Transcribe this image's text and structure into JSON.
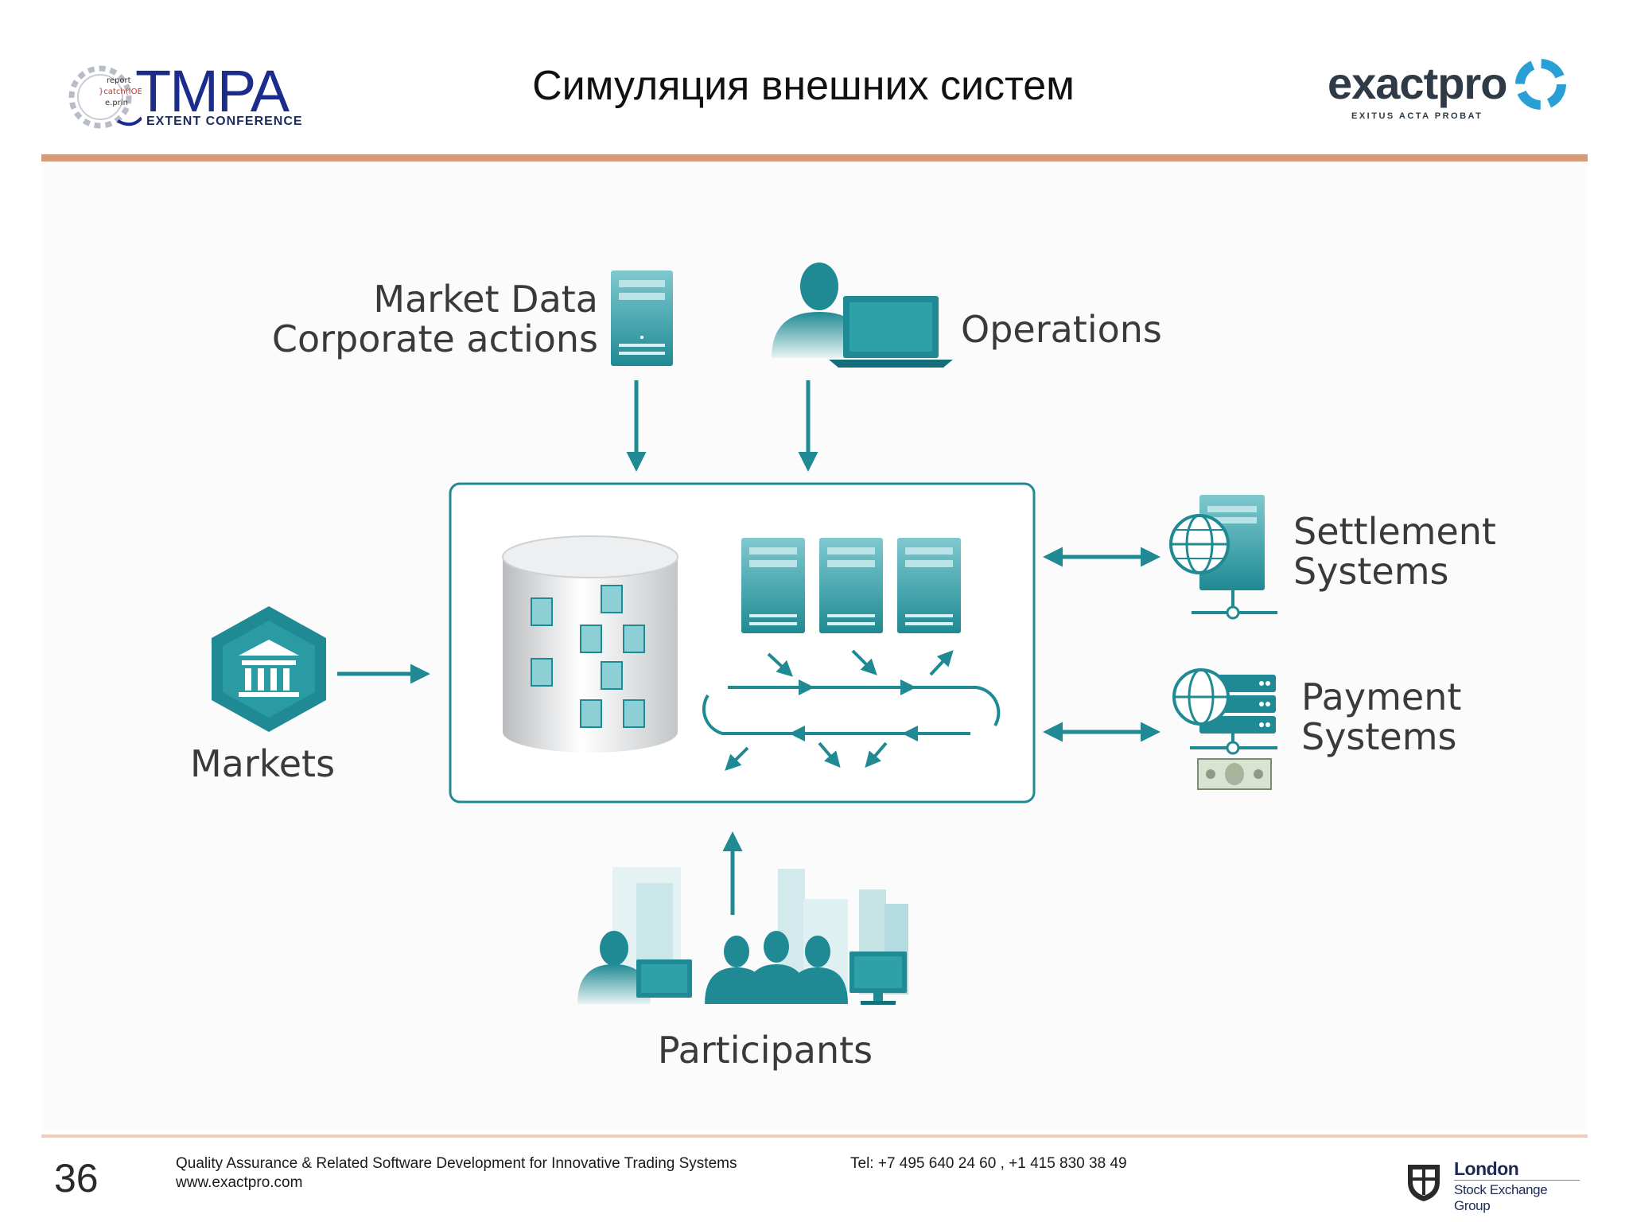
{
  "header": {
    "title": "Симуляция внешних систем",
    "tmpa_logo": {
      "word": "TMPA",
      "subtitle": "EXTENT CONFERENCE",
      "gear_text": [
        "report",
        "}catch(IOE",
        "e.prin"
      ]
    },
    "exactpro_logo": {
      "word": "exactpro",
      "tagline": "EXITUS ACTA PROBAT"
    }
  },
  "diagram": {
    "labels": {
      "market_data": "Market Data",
      "corporate_actions": "Corporate actions",
      "operations": "Operations",
      "settlement_line1": "Settlement",
      "settlement_line2": "Systems",
      "payment_line1": "Payment",
      "payment_line2": "Systems",
      "markets": "Markets",
      "participants": "Participants"
    },
    "colors": {
      "teal": "#1f8a93",
      "teal_light": "#7ec9cf",
      "teal_dark": "#13707a",
      "text": "#3a3a3a"
    },
    "icons": [
      "server-icon",
      "person-laptop-icon",
      "database-icon",
      "globe-server-icon",
      "bank-icon",
      "dollar-bill-icon",
      "city-people-icon"
    ]
  },
  "footer": {
    "page_number": "36",
    "tagline": "Quality Assurance & Related Software Development  for Innovative Trading Systems",
    "url": "www.exactpro.com",
    "phone": "Tel: +7 495 640 24 60 ,  +1 415 830 38 49",
    "lseg_line1": "London",
    "lseg_line2": "Stock Exchange Group"
  }
}
